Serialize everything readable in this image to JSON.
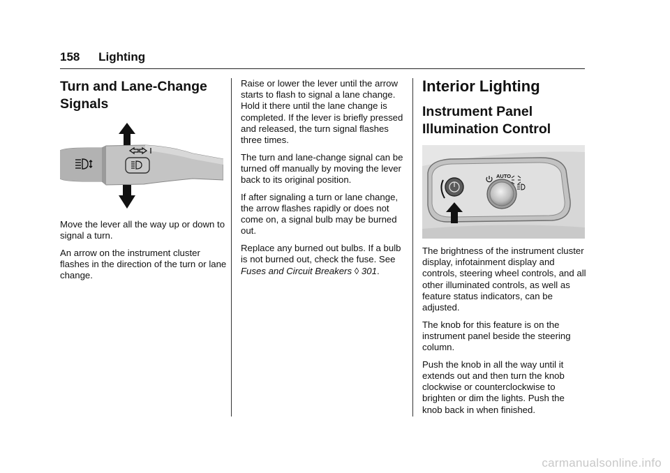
{
  "header": {
    "page_number": "158",
    "section": "Lighting"
  },
  "col1": {
    "heading_line1": "Turn and Lane-Change",
    "heading_line2": "Signals",
    "figure": {
      "icons": [
        "up-arrow-icon",
        "down-arrow-icon",
        "turn-signal-symbol-icon",
        "headlamp-symbol-icon"
      ]
    },
    "p1": "Move the lever all the way up or down to signal a turn.",
    "p2": "An arrow on the instrument cluster flashes in the direction of the turn or lane change."
  },
  "col2": {
    "p1": "Raise or lower the lever until the arrow starts to flash to signal a lane change. Hold it there until the lane change is completed. If the lever is briefly pressed and released, the turn signal flashes three times.",
    "p2": "The turn and lane-change signal can be turned off manually by moving the lever back to its original position.",
    "p3": "If after signaling a turn or lane change, the arrow flashes rapidly or does not come on, a signal bulb may be burned out.",
    "p4_text": "Replace any burned out bulbs. If a bulb is not burned out, check the fuse. See ",
    "p4_link": "Fuses and Circuit Breakers",
    "p4_ref_symbol": "◊",
    "p4_ref_page": "301",
    "p4_end": "."
  },
  "col3": {
    "main_heading": "Interior Lighting",
    "sub_heading_line1": "Instrument Panel",
    "sub_heading_line2": "Illumination Control",
    "figure": {
      "auto_label": "AUTO"
    },
    "p1": "The brightness of the instrument cluster display, infotainment display and controls, steering wheel controls, and all other illuminated controls, as well as feature status indicators, can be adjusted.",
    "p2": "The knob for this feature is on the instrument panel beside the steering column.",
    "p3": "Push the knob in all the way until it extends out and then turn the knob clockwise or counterclockwise to brighten or dim the lights. Push the knob back in when finished."
  },
  "watermark": "carmanualsonline.info"
}
